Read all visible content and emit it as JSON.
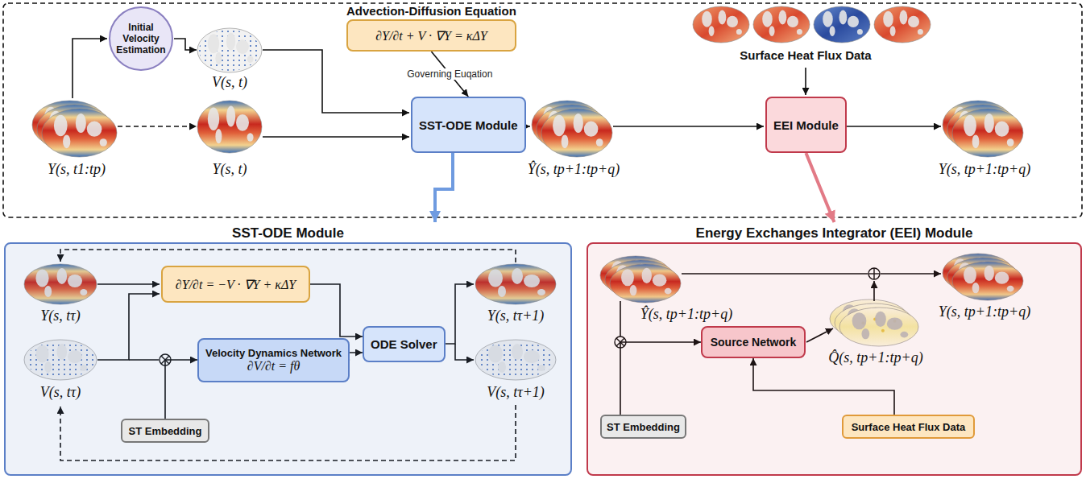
{
  "diagram": {
    "nodes": [
      {
        "text": [
          "Initial Velocity Estimation"
        ]
      },
      {
        "text": [
          "Advection-Diffusion Equation",
          "∂Y/∂t + V · ∇Y = κΔY"
        ]
      },
      {
        "text": [
          "SST-ODE Module"
        ]
      },
      {
        "text": [
          "EEI Module"
        ]
      },
      {
        "text": [
          "SST-ODE Module"
        ]
      },
      {
        "text": [
          "∂Y/∂t = −V · ∇Y + κΔY"
        ],
        "in": 4
      },
      {
        "text": [
          "Velocity Dynamics Network",
          "∂V/∂t = fθ"
        ],
        "in": 4
      },
      {
        "text": [
          "ODE Solver"
        ],
        "in": 4
      },
      {
        "text": [
          "ST Embedding"
        ],
        "in": 4
      },
      {
        "text": [
          "Energy Exchanges Integrator (EEI) Module"
        ]
      },
      {
        "text": [
          "Source Network"
        ],
        "in": 9
      },
      {
        "text": [
          "ST Embedding"
        ],
        "in": 9
      },
      {
        "text": [
          "Surface Heat Flux Data"
        ],
        "in": 9
      }
    ],
    "edges": [
      {
        "from": 1,
        "to": 2,
        "label": "Governing Euqation",
        "arrow": "to"
      },
      {
        "from": 2,
        "to": 4,
        "arrow": "to"
      },
      {
        "from": 3,
        "to": 9,
        "arrow": "to"
      },
      {
        "from": 5,
        "to": 7,
        "arrow": "to"
      },
      {
        "from": 6,
        "to": 7,
        "arrow": "to"
      },
      {
        "from": 8,
        "to": 6,
        "arrow": "to"
      },
      {
        "from": 11,
        "to": 10,
        "arrow": "to"
      },
      {
        "from": 12,
        "to": 10,
        "arrow": "to"
      }
    ],
    "labels": [
      "Y(s, t1:tp)",
      "V(s, t)",
      "Y(s, t)",
      "Ŷ(s, tp+1:tp+q)",
      "Surface Heat Flux Data",
      "Y(s, tp+1:tp+q)",
      "Y(s, tτ)",
      "V(s, tτ)",
      "Y(s, tτ+1)",
      "V(s, tτ+1)",
      "Ŷ(s, tp+1:tp+q)",
      "Q̂(s, tp+1:tp+q)",
      "Y(s, tp+1:tp+q)"
    ]
  }
}
